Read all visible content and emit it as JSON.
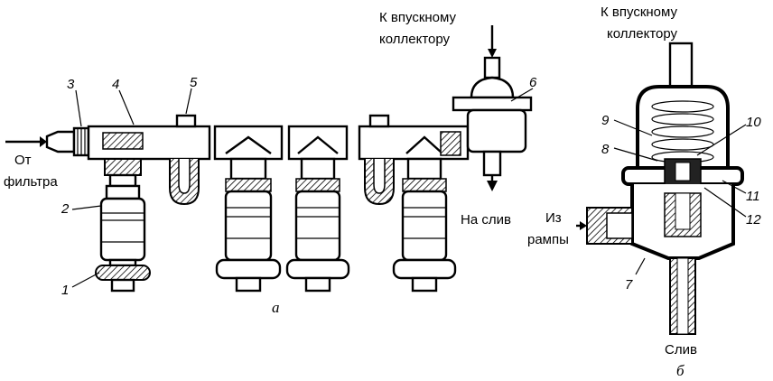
{
  "labels": {
    "from_filter_line1": "От",
    "from_filter_line2": "фильтра",
    "intake_a_line1": "К впускному",
    "intake_a_line2": "коллектору",
    "intake_b_line1": "К впускному",
    "intake_b_line2": "коллектору",
    "to_drain": "На слив",
    "from_rail_line1": "Из",
    "from_rail_line2": "рампы",
    "drain": "Слив"
  },
  "captions": {
    "a": "а",
    "b": "б"
  },
  "callouts": [
    "1",
    "2",
    "3",
    "4",
    "5",
    "6",
    "7",
    "8",
    "9",
    "10",
    "11",
    "12"
  ]
}
